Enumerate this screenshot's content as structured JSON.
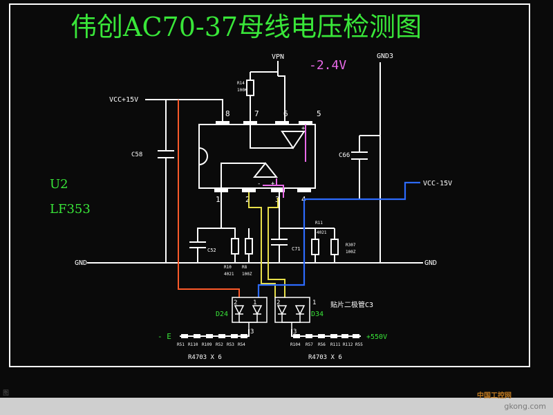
{
  "title": "伟创AC70-37母线电压检测图",
  "annotations": {
    "voltage": "-2.4V",
    "chip_ref": "U2",
    "chip_part": "LF353",
    "diode_note": "贴片二极管C3",
    "minus_e": "- E",
    "plus_550": "+550V"
  },
  "nets": {
    "vpn": "VPN",
    "gnd3": "GND3",
    "vcc_p15": "VCC+15V",
    "vcc_m15": "VCC-15V",
    "gnd_left": "GND",
    "gnd_right": "GND"
  },
  "pins": [
    "1",
    "2",
    "3",
    "4",
    "5",
    "6",
    "7",
    "8"
  ],
  "components": {
    "r14_ref": "R14",
    "r14_val": "100K",
    "c58": "C58",
    "c66": "C66",
    "c52": "C52",
    "c71": "C71",
    "r10_ref": "R10",
    "r10_val": "4021",
    "r8_ref": "R8",
    "r8_val": "100Z",
    "r11_ref": "R11",
    "r11_val": "4021",
    "r307_ref": "R307",
    "r307_val": "100Z",
    "d24": "D24",
    "d34": "D34"
  },
  "diode_pins": {
    "left_2": "2",
    "left_1": "1",
    "left_3": "3",
    "right_2": "2",
    "right_1": "1",
    "right_3": "3"
  },
  "resistor_chain_left": {
    "labels": [
      "R51",
      "R110",
      "R109",
      "R52",
      "R53",
      "R54"
    ],
    "note": "R4703 X 6"
  },
  "resistor_chain_right": {
    "labels": [
      "R104",
      "R57",
      "R56",
      "R111",
      "R112",
      "R55"
    ],
    "note": "R4703 X 6"
  },
  "watermark": {
    "site": "gkong.com",
    "brand": "中国工控网"
  },
  "taskbar": {
    "text": "图"
  },
  "colors": {
    "screen_bg": "#0a0a0a",
    "title_green": "#39e639",
    "voltage_pink": "#e86ae8",
    "wire_red": "#ff5a2a",
    "wire_yellow": "#e8e04a",
    "wire_blue": "#2d6bff"
  }
}
